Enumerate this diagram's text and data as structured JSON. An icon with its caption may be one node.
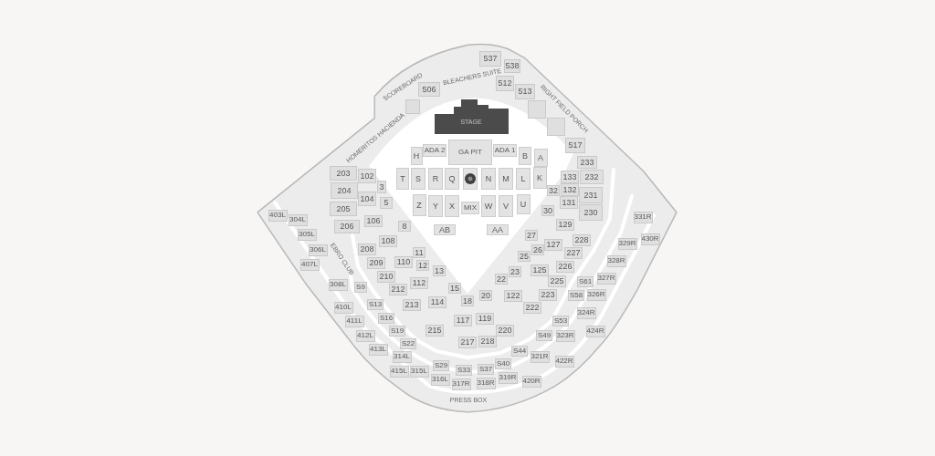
{
  "diagram": {
    "nodes": [
      {
        "text": [
          "537"
        ]
      },
      {
        "text": [
          "538"
        ]
      },
      {
        "text": [
          "506"
        ]
      },
      {
        "text": [
          "512"
        ]
      },
      {
        "text": [
          "513"
        ]
      },
      {
        "text": [
          "517"
        ]
      },
      {
        "text": [],
        "shape": "box"
      },
      {
        "text": [],
        "shape": "box"
      },
      {
        "text": [],
        "shape": "box"
      },
      {
        "text": [
          "STAGE"
        ]
      },
      {
        "text": [
          "H"
        ]
      },
      {
        "text": [
          "ADA 2"
        ]
      },
      {
        "text": [
          "GA PIT"
        ]
      },
      {
        "text": [
          "ADA 1"
        ]
      },
      {
        "text": [
          "B"
        ]
      },
      {
        "text": [
          "A"
        ]
      },
      {
        "text": [
          "T"
        ]
      },
      {
        "text": [
          "S"
        ]
      },
      {
        "text": [
          "R"
        ]
      },
      {
        "text": [
          "Q"
        ]
      },
      {
        "text": [],
        "shape": "box"
      },
      {
        "text": [
          "N"
        ]
      },
      {
        "text": [
          "M"
        ]
      },
      {
        "text": [
          "L"
        ]
      },
      {
        "text": [
          "K"
        ]
      },
      {
        "text": [
          "Z"
        ]
      },
      {
        "text": [
          "Y"
        ]
      },
      {
        "text": [
          "X"
        ]
      },
      {
        "text": [
          "MIX"
        ]
      },
      {
        "text": [
          "W"
        ]
      },
      {
        "text": [
          "V"
        ]
      },
      {
        "text": [
          "U"
        ]
      },
      {
        "text": [
          "AB"
        ]
      },
      {
        "text": [
          "AA"
        ]
      },
      {
        "text": [
          "203"
        ]
      },
      {
        "text": [
          "102"
        ]
      },
      {
        "text": [
          "3"
        ]
      },
      {
        "text": [
          "204"
        ]
      },
      {
        "text": [
          "104"
        ]
      },
      {
        "text": [
          "5"
        ]
      },
      {
        "text": [
          "205"
        ]
      },
      {
        "text": [
          "206"
        ]
      },
      {
        "text": [
          "106"
        ]
      },
      {
        "text": [
          "8"
        ]
      },
      {
        "text": [
          "403L"
        ]
      },
      {
        "text": [
          "304L"
        ]
      },
      {
        "text": [
          "305L"
        ]
      },
      {
        "text": [
          "306L"
        ]
      },
      {
        "text": [
          "407L"
        ]
      },
      {
        "text": [
          "208"
        ]
      },
      {
        "text": [
          "108"
        ]
      },
      {
        "text": [
          "11"
        ]
      },
      {
        "text": [
          "209"
        ]
      },
      {
        "text": [
          "110"
        ]
      },
      {
        "text": [
          "12"
        ]
      },
      {
        "text": [
          "13"
        ]
      },
      {
        "text": [
          "210"
        ]
      },
      {
        "text": [
          "112"
        ]
      },
      {
        "text": [
          "308L"
        ]
      },
      {
        "text": [
          "S9"
        ]
      },
      {
        "text": [
          "15"
        ]
      },
      {
        "text": [
          "212"
        ]
      },
      {
        "text": [
          "114"
        ]
      },
      {
        "text": [
          "213"
        ]
      },
      {
        "text": [
          "18"
        ]
      },
      {
        "text": [
          "S13"
        ]
      },
      {
        "text": [
          "410L"
        ]
      },
      {
        "text": [
          "S16"
        ]
      },
      {
        "text": [
          "117"
        ]
      },
      {
        "text": [
          "411L"
        ]
      },
      {
        "text": [
          "215"
        ]
      },
      {
        "text": [
          "S19"
        ]
      },
      {
        "text": [
          "412L"
        ]
      },
      {
        "text": [
          "217"
        ]
      },
      {
        "text": [
          "S22"
        ]
      },
      {
        "text": [
          "413L"
        ]
      },
      {
        "text": [
          "314L"
        ]
      },
      {
        "text": [
          "S29"
        ]
      },
      {
        "text": [
          "S33"
        ]
      },
      {
        "text": [
          "315L"
        ]
      },
      {
        "text": [
          "415L"
        ]
      },
      {
        "text": [
          "316L"
        ]
      },
      {
        "text": [
          "317R"
        ]
      },
      {
        "text": [
          "233"
        ]
      },
      {
        "text": [
          "133"
        ]
      },
      {
        "text": [
          "232"
        ]
      },
      {
        "text": [
          "32"
        ]
      },
      {
        "text": [
          "132"
        ]
      },
      {
        "text": [
          "231"
        ]
      },
      {
        "text": [
          "131"
        ]
      },
      {
        "text": [
          "30"
        ]
      },
      {
        "text": [
          "230"
        ]
      },
      {
        "text": [
          "331R"
        ]
      },
      {
        "text": [
          "129"
        ]
      },
      {
        "text": [
          "27"
        ]
      },
      {
        "text": [
          "430R"
        ]
      },
      {
        "text": [
          "228"
        ]
      },
      {
        "text": [
          "329R"
        ]
      },
      {
        "text": [
          "127"
        ]
      },
      {
        "text": [
          "26"
        ]
      },
      {
        "text": [
          "227"
        ]
      },
      {
        "text": [
          "25"
        ]
      },
      {
        "text": [
          "328R"
        ]
      },
      {
        "text": [
          "226"
        ]
      },
      {
        "text": [
          "125"
        ]
      },
      {
        "text": [
          "23"
        ]
      },
      {
        "text": [
          "327R"
        ]
      },
      {
        "text": [
          "22"
        ]
      },
      {
        "text": [
          "225"
        ]
      },
      {
        "text": [
          "S61"
        ]
      },
      {
        "text": [
          "223"
        ]
      },
      {
        "text": [
          "20"
        ]
      },
      {
        "text": [
          "122"
        ]
      },
      {
        "text": [
          "326R"
        ]
      },
      {
        "text": [
          "S58"
        ]
      },
      {
        "text": [
          "222"
        ]
      },
      {
        "text": [
          "324R"
        ]
      },
      {
        "text": [
          "119"
        ]
      },
      {
        "text": [
          "S53"
        ]
      },
      {
        "text": [
          "424R"
        ]
      },
      {
        "text": [
          "220"
        ]
      },
      {
        "text": [
          "S49"
        ]
      },
      {
        "text": [
          "323R"
        ]
      },
      {
        "text": [
          "218"
        ]
      },
      {
        "text": [
          "S44"
        ]
      },
      {
        "text": [
          "321R"
        ]
      },
      {
        "text": [
          "422R"
        ]
      },
      {
        "text": [
          "S40"
        ]
      },
      {
        "text": [
          "S37"
        ]
      },
      {
        "text": [
          "319R"
        ]
      },
      {
        "text": [
          "420R"
        ]
      },
      {
        "text": [
          "318R"
        ]
      }
    ],
    "labels": [
      "SCOREBOARD",
      "BLEACHERS SUITE",
      "RIGHT FIELD PORCH",
      "HOMERITOS HACIENDA",
      "EBRO CLUB",
      "PRESS BOX"
    ]
  }
}
